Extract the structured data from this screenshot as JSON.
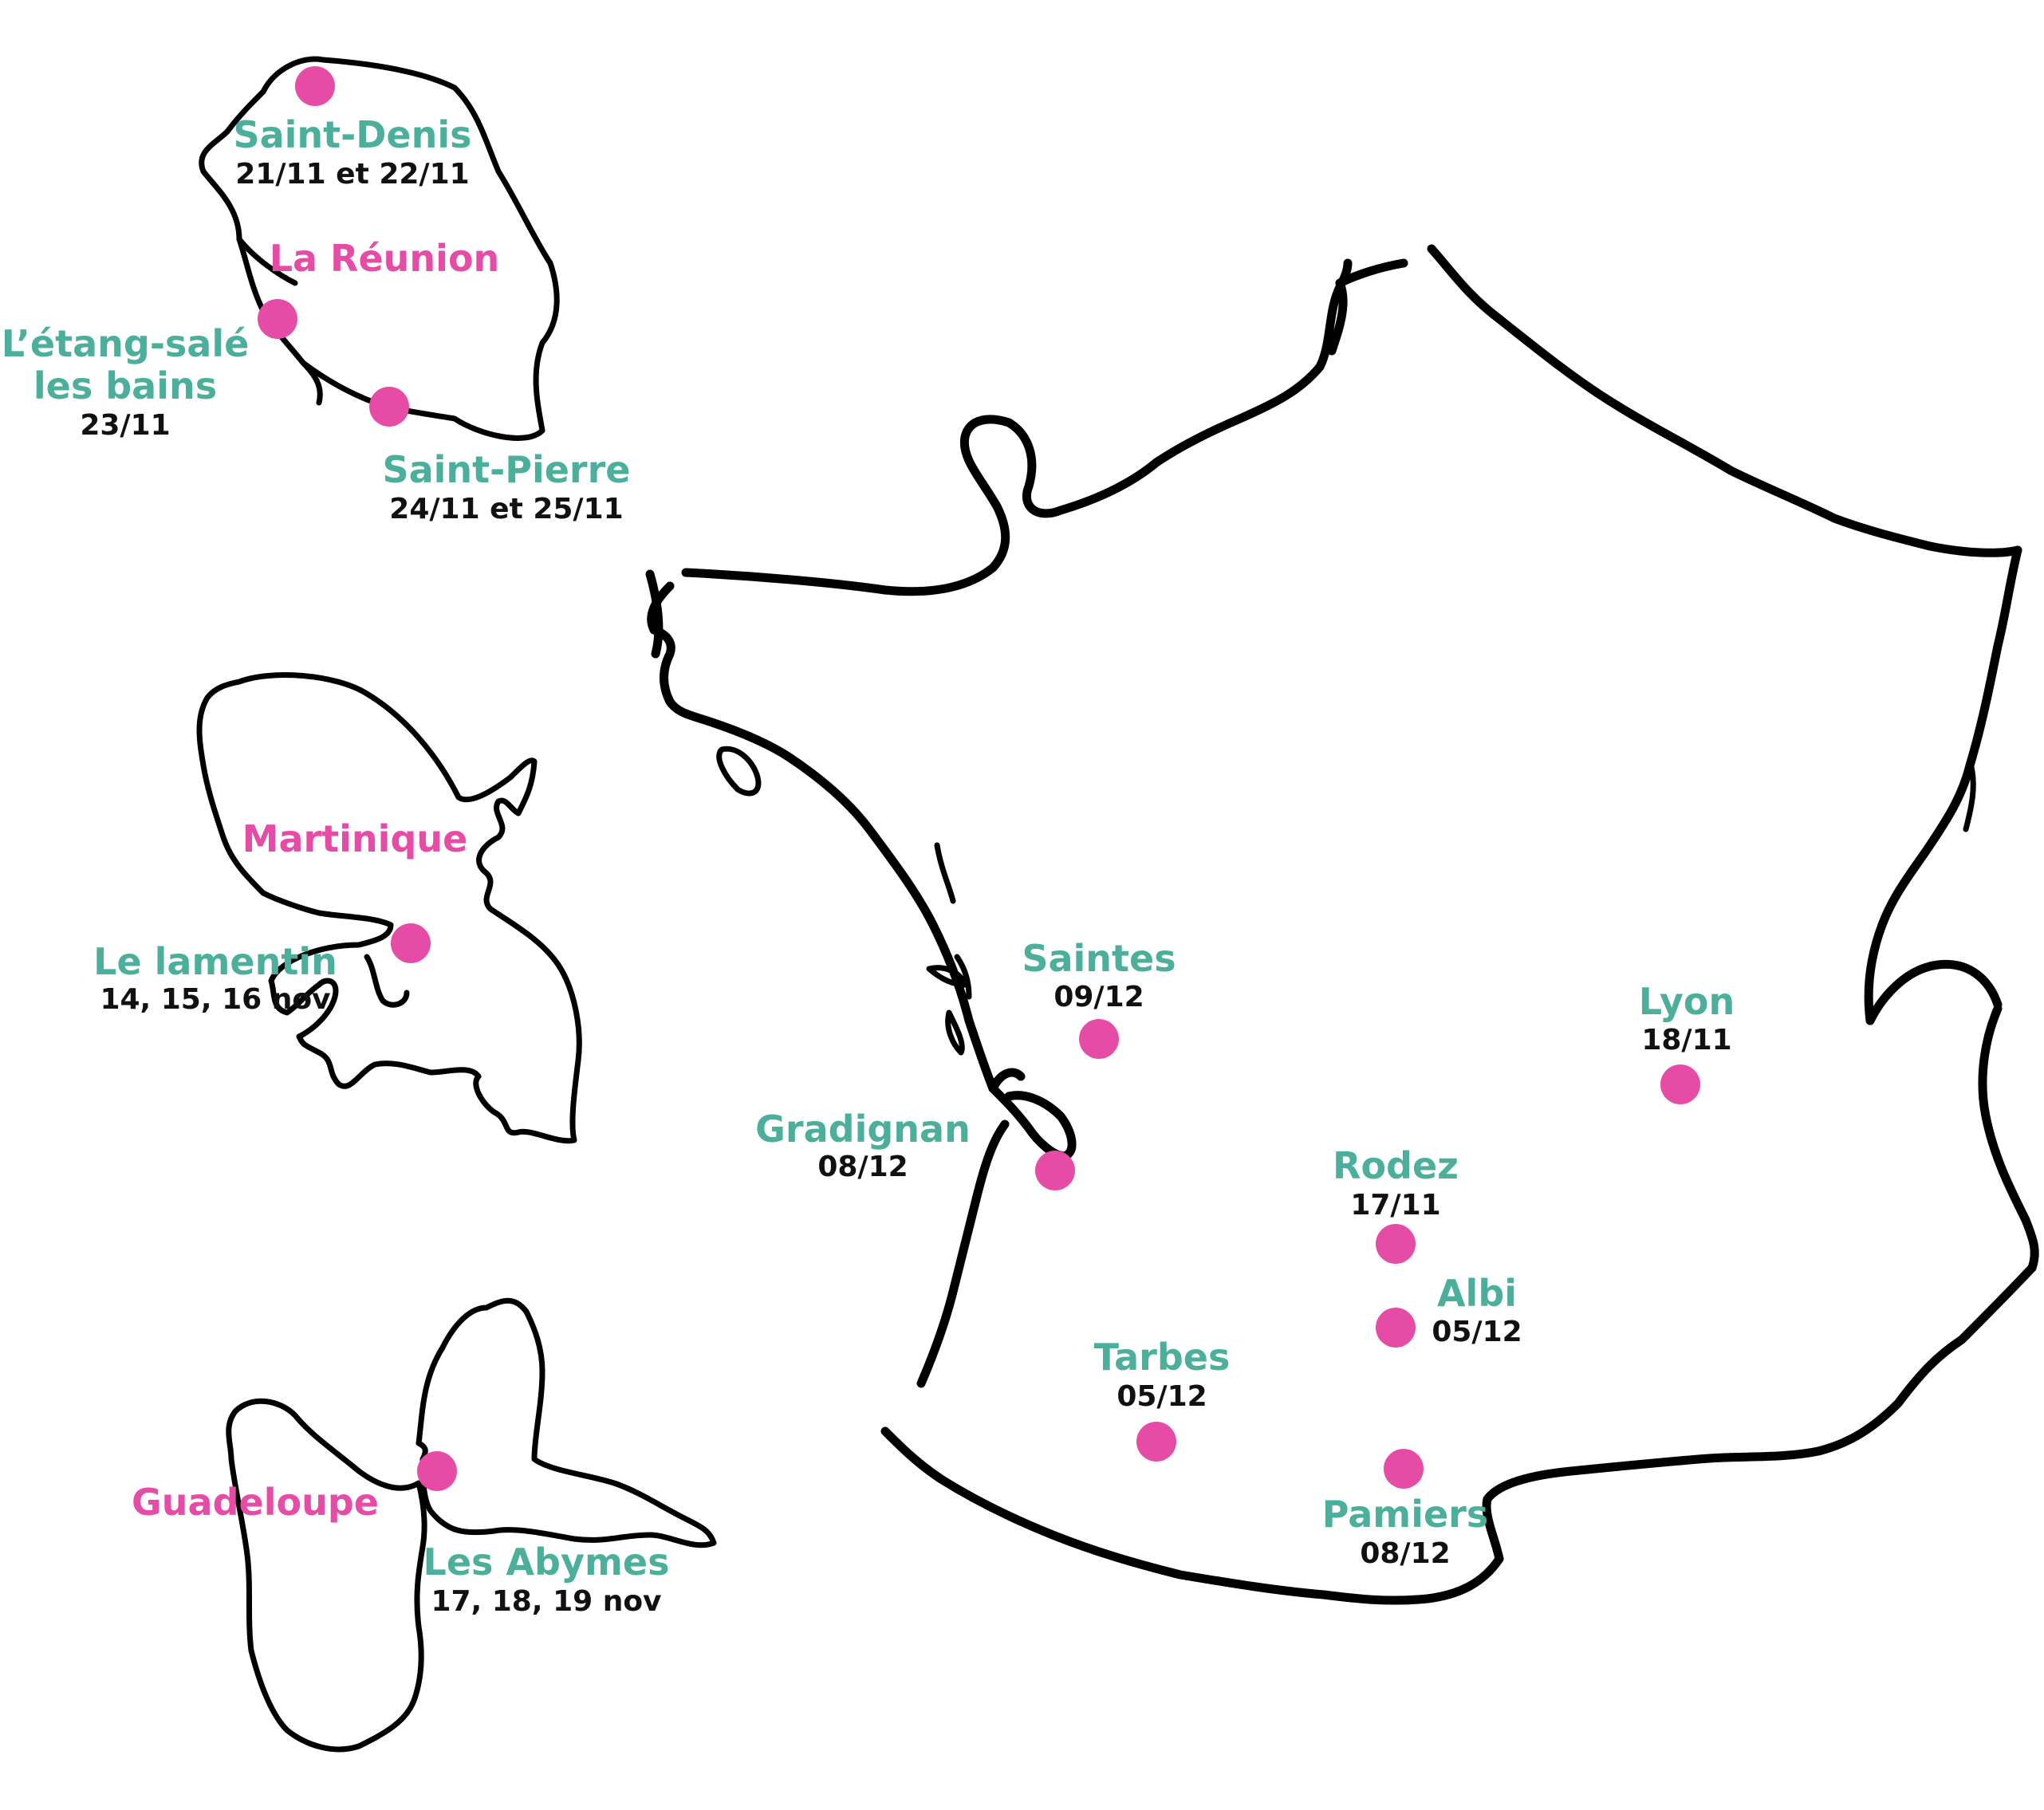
{
  "colors": {
    "city": "#4caf9b",
    "region": "#e64ba6",
    "dot": "#e64ba6",
    "date": "#111111",
    "outline": "#000000"
  },
  "regions": {
    "reunion": "La Réunion",
    "martinique": "Martinique",
    "guadeloupe": "Guadeloupe"
  },
  "cities": {
    "saint_denis": {
      "name": "Saint-Denis",
      "date": "21/11 et 22/11"
    },
    "etang_sale": {
      "name_line1": "L’étang-salé",
      "name_line2": "les bains",
      "date": "23/11"
    },
    "saint_pierre": {
      "name": "Saint-Pierre",
      "date": "24/11 et 25/11"
    },
    "le_lamentin": {
      "name": "Le lamentin",
      "date": "14, 15, 16 nov"
    },
    "les_abymes": {
      "name": "Les Abymes",
      "date": "17, 18, 19 nov"
    },
    "saintes": {
      "name": "Saintes",
      "date": "09/12"
    },
    "gradignan": {
      "name": "Gradignan",
      "date": "08/12"
    },
    "lyon": {
      "name": "Lyon",
      "date": "18/11"
    },
    "rodez": {
      "name": "Rodez",
      "date": "17/11"
    },
    "albi": {
      "name": "Albi",
      "date": "05/12"
    },
    "tarbes": {
      "name": "Tarbes",
      "date": "05/12"
    },
    "pamiers": {
      "name": "Pamiers",
      "date": "08/12"
    }
  }
}
